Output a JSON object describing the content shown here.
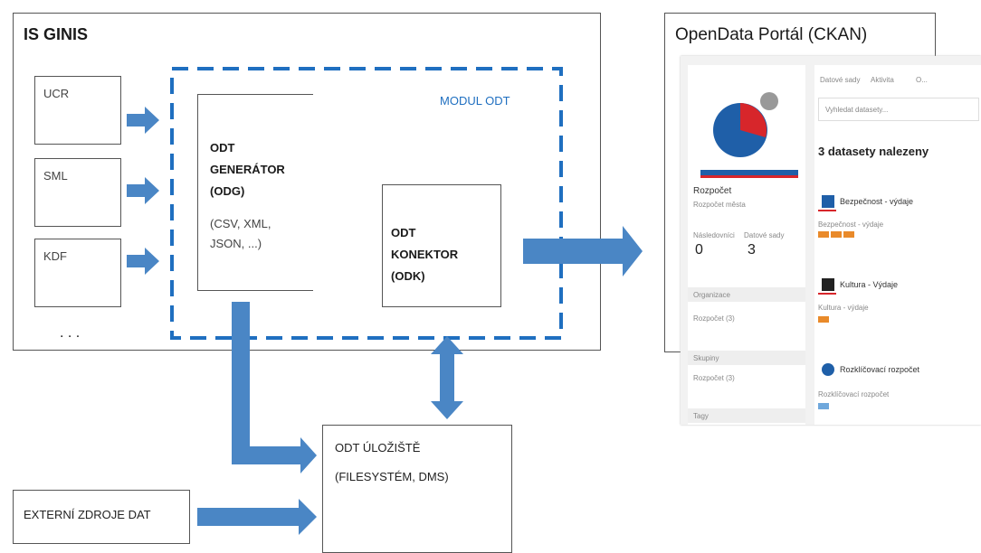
{
  "is_ginis": {
    "title": "IS GINIS",
    "sources": [
      "UCR",
      "SML",
      "KDF"
    ],
    "ellipsis": ". . ."
  },
  "module": {
    "label": "MODUL ODT",
    "generator": {
      "line1": "ODT",
      "line2": "GENERÁTOR",
      "line3": "(ODG)",
      "formats1": "(CSV, XML,",
      "formats2": "JSON, ...)"
    },
    "connector": {
      "line1": "ODT",
      "line2": "KONEKTOR",
      "line3": "(ODK)"
    }
  },
  "storage": {
    "line1": "ODT ÚLOŽIŠTĚ",
    "line2": "(FILESYSTÉM, DMS)"
  },
  "external": {
    "label": "EXTERNÍ ZDROJE DAT"
  },
  "portal": {
    "title": "OpenData Portál (CKAN)",
    "tabs": [
      "Datové sady",
      "Aktivita",
      "O..."
    ],
    "search_placeholder": "Vyhledat datasety...",
    "found": "3 datasety nalezeny",
    "org_name": "Rozpočet",
    "org_sub": "Rozpočet města",
    "stats": {
      "followers_label": "Následovníci",
      "followers": "0",
      "datasets_label": "Datové sady",
      "datasets": "3"
    },
    "facets": [
      "Organizace",
      "Skupiny",
      "Tagy"
    ],
    "facet_items": [
      "Rozpočet (3)",
      "Rozpočet (3)"
    ],
    "datasets": [
      {
        "title": "Bezpečnost - výdaje",
        "sub": "Bezpečnost - výdaje"
      },
      {
        "title": "Kultura - Výdaje",
        "sub": "Kultura - výdaje"
      },
      {
        "title": "Rozklíčovací rozpočet",
        "sub": "Rozklíčovací rozpočet"
      }
    ],
    "colors": {
      "accent": "#e98a2a",
      "blue": "#1f5fa8",
      "red": "#d7262b"
    }
  },
  "colors": {
    "arrow": "#4a86c5",
    "dashed": "#1f6fc0",
    "module_label": "#1f6fc0"
  }
}
